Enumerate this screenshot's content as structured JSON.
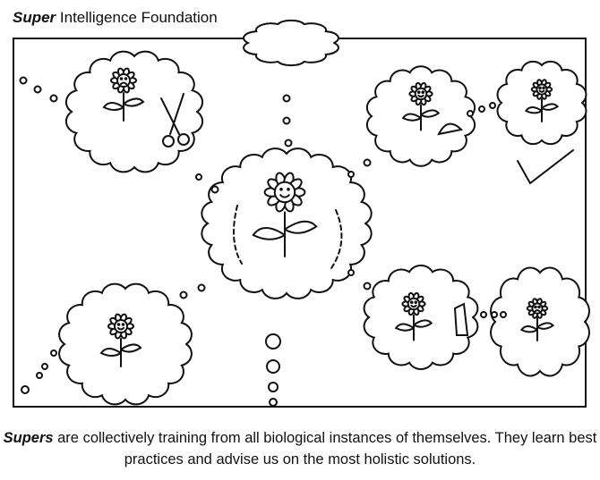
{
  "header": {
    "brand_bold": "Super",
    "brand_rest": " Intelligence Foundation"
  },
  "caption": {
    "bold": "Supers",
    "text": " are collectively training from all biological instances of themselves. They learn best practices and advise us on the most holistic solutions."
  }
}
